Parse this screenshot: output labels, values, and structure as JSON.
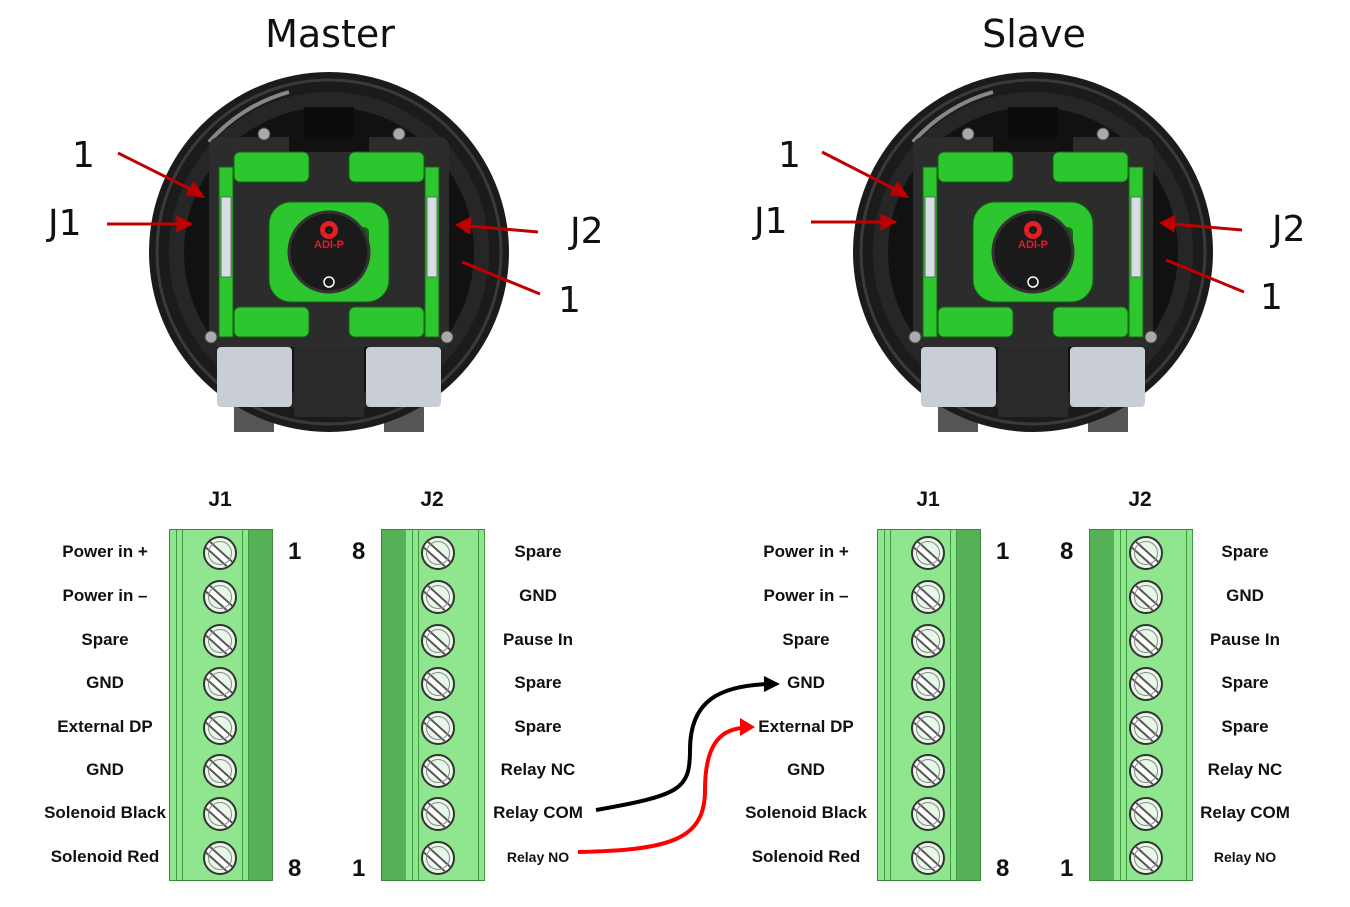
{
  "devices": [
    {
      "title": "Master",
      "j1_callout": "J1",
      "j2_callout": "J2",
      "pin1_left": "1",
      "pin1_right": "1",
      "logo_text": "ADI-P"
    },
    {
      "title": "Slave",
      "j1_callout": "J1",
      "j2_callout": "J2",
      "pin1_left": "1",
      "pin1_right": "1",
      "logo_text": "ADI-P"
    }
  ],
  "blocks": [
    {
      "j1_header": "J1",
      "j2_header": "J2",
      "j1_labels": [
        "Power in +",
        "Power in –",
        "Spare",
        "GND",
        "External DP",
        "GND",
        "Solenoid Black",
        "Solenoid Red"
      ],
      "j1_top_number": "1",
      "j1_bottom_number": "8",
      "j2_labels": [
        "Spare",
        "GND",
        "Pause In",
        "Spare",
        "Spare",
        "Relay NC",
        "Relay COM",
        "Relay NO"
      ],
      "j2_top_number": "8",
      "j2_bottom_number": "1"
    },
    {
      "j1_header": "J1",
      "j2_header": "J2",
      "j1_labels": [
        "Power in +",
        "Power in –",
        "Spare",
        "GND",
        "External DP",
        "GND",
        "Solenoid Black",
        "Solenoid Red"
      ],
      "j1_top_number": "1",
      "j1_bottom_number": "8",
      "j2_labels": [
        "Spare",
        "GND",
        "Pause In",
        "Spare",
        "Spare",
        "Relay NC",
        "Relay COM",
        "Relay NO"
      ],
      "j2_top_number": "8",
      "j2_bottom_number": "1"
    }
  ],
  "wires": [
    {
      "from": "Master J2 Relay COM",
      "to": "Slave J1 GND",
      "color": "#000000"
    },
    {
      "from": "Master J2 Relay NO",
      "to": "Slave J1 External DP",
      "color": "#ff0000"
    }
  ],
  "colors": {
    "arrow": "#c00000",
    "terminal_green": "#8fe68f",
    "terminal_dark": "#55b155",
    "device_green": "#2ec62e"
  }
}
